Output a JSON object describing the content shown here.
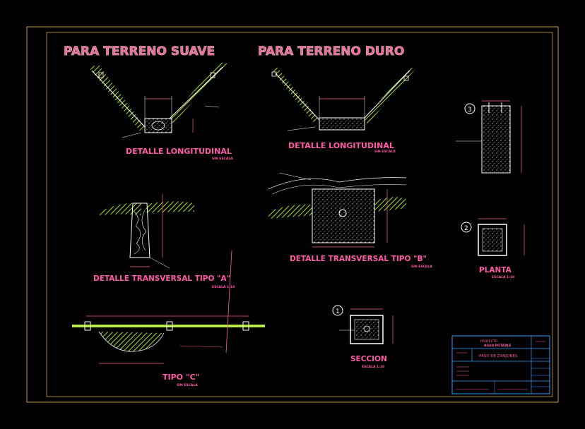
{
  "headings": {
    "soft": "PARA TERRENO SUAVE",
    "hard": "PARA TERRENO DURO"
  },
  "labels": {
    "longitudinal_soft": "DETALLE LONGITUDINAL",
    "longitudinal_hard": "DETALLE LONGITUDINAL",
    "transversal_a": "DETALLE TRANSVERSAL TIPO \"A\"",
    "transversal_b": "DETALLE TRANSVERSAL TIPO \"B\"",
    "tipo_c": "TIPO \"C\"",
    "seccion": "SECCION",
    "planta": "PLANTA"
  },
  "scale_notes": {
    "sin_escala": "SIN ESCALA",
    "escala_a": "ESCALA 1:10",
    "escala_seccion": "ESCALA 1:10",
    "escala_planta": "ESCALA 1:10"
  },
  "markers": {
    "m1": "1",
    "m2": "2",
    "m3": "3"
  },
  "title_block": {
    "project_line1": "PROYECTO",
    "project_line2": "AGUA POTABLE",
    "sheet_title": "PASO DE ZANJONES"
  },
  "colors": {
    "frame": "#c8a040",
    "hatch": "#a8e020",
    "dimension": "#ff5aa8",
    "stroke": "#ffffff",
    "titleblock": "#30a0ff"
  }
}
